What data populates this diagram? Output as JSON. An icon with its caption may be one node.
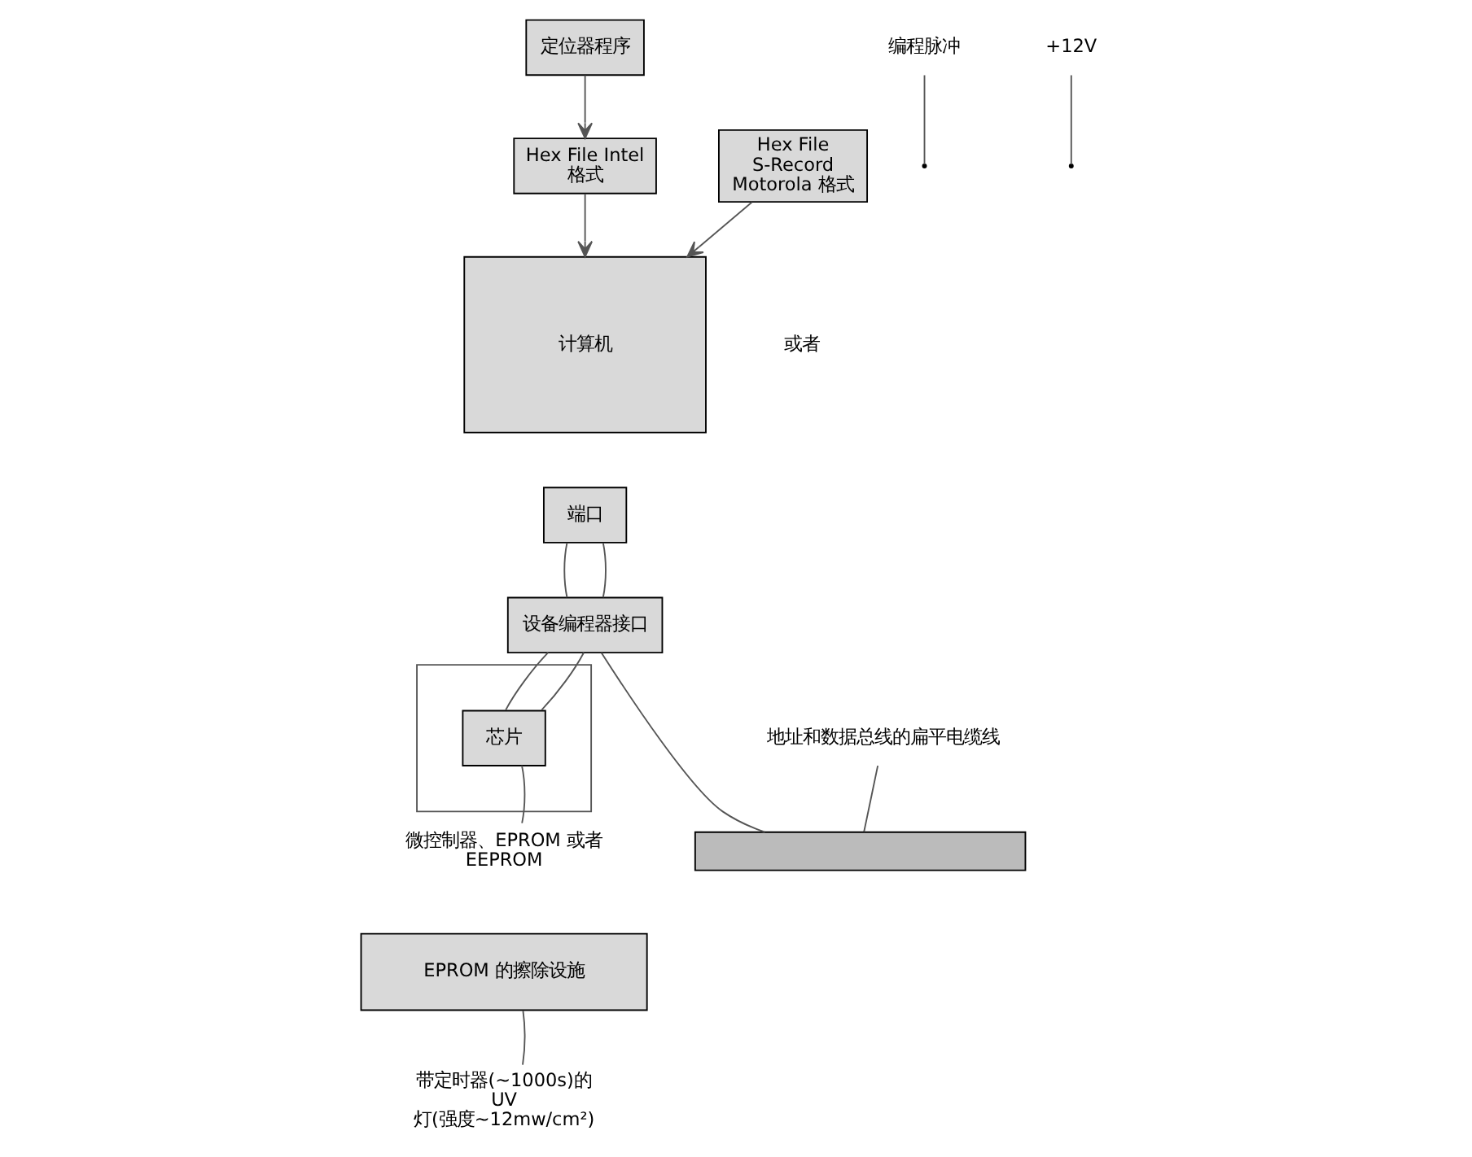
{
  "diagram": {
    "nodes": [
      {
        "text": [
          "定位器程序"
        ]
      },
      {
        "text": [
          "Hex File Intel 格式"
        ]
      },
      {
        "text": [
          "计算机"
        ]
      },
      {
        "text": [
          "Hex File S-Record Motorola 格式"
        ]
      },
      {
        "text": [
          "端口"
        ]
      },
      {
        "text": [
          "设备编程器接口"
        ]
      },
      {
        "text": [],
        "shape": "box"
      },
      {
        "text": [
          "芯片"
        ],
        "in": 6
      },
      {
        "text": [],
        "shape": "bar"
      },
      {
        "text": [
          "地址和数据总线的扁平电缆线"
        ]
      },
      {
        "text": [
          "编程脉冲"
        ]
      },
      {
        "text": [
          "+12V"
        ]
      },
      {
        "text": [
          "EPROM 的擦除设施"
        ]
      },
      {
        "text": [
          "带定时器(~1000s)的 UV 灯(强度~12mw/cm²)"
        ]
      },
      {
        "text": [
          "微控制器、EPROM 或者 EEPROM"
        ]
      }
    ],
    "edges": [
      {
        "from": 0,
        "to": 1,
        "arrow": "to"
      },
      {
        "from": 1,
        "to": 2,
        "arrow": "to"
      },
      {
        "from": 3,
        "to": 2,
        "arrow": "to"
      },
      {
        "from": 4,
        "to": 5,
        "arrow": "none"
      },
      {
        "from": 4,
        "to": 5,
        "arrow": "none"
      },
      {
        "from": 5,
        "to": 7,
        "arrow": "none"
      },
      {
        "from": 5,
        "to": 7,
        "arrow": "none"
      },
      {
        "from": 5,
        "to": 8,
        "arrow": "none"
      },
      {
        "from": 9,
        "to": 8,
        "arrow": "none"
      },
      {
        "from": 10,
        "to": null,
        "arrow": "none"
      },
      {
        "from": 11,
        "to": null,
        "arrow": "none"
      },
      {
        "from": 13,
        "to": 12,
        "arrow": "none"
      },
      {
        "from": 14,
        "to": 7,
        "arrow": "none"
      }
    ],
    "labels": [
      "或者"
    ]
  }
}
